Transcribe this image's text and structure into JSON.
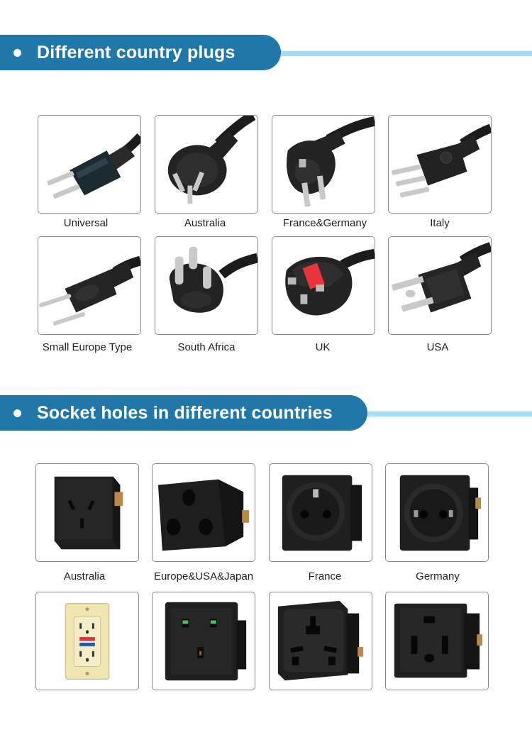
{
  "section_plugs": {
    "title": "Different country plugs",
    "items": [
      {
        "label": "Universal",
        "icon": "plug-universal-icon"
      },
      {
        "label": "Australia",
        "icon": "plug-australia-icon"
      },
      {
        "label": "France&Germany",
        "icon": "plug-france-germany-icon"
      },
      {
        "label": "Italy",
        "icon": "plug-italy-icon"
      },
      {
        "label": "Small Europe Type",
        "icon": "plug-small-europe-icon"
      },
      {
        "label": "South Africa",
        "icon": "plug-south-africa-icon"
      },
      {
        "label": "UK",
        "icon": "plug-uk-icon"
      },
      {
        "label": "USA",
        "icon": "plug-usa-icon"
      }
    ]
  },
  "section_sockets": {
    "title": "Socket holes in different countries",
    "items": [
      {
        "label": "Australia",
        "icon": "socket-australia-icon"
      },
      {
        "label": "Europe&USA&Japan",
        "icon": "socket-europe-usa-japan-icon"
      },
      {
        "label": "France",
        "icon": "socket-france-icon"
      },
      {
        "label": "Germany",
        "icon": "socket-germany-icon"
      },
      {
        "label": "",
        "icon": "socket-wall-outlet-icon"
      },
      {
        "label": "",
        "icon": "socket-uk-icon"
      },
      {
        "label": "",
        "icon": "socket-universal-icon"
      },
      {
        "label": "",
        "icon": "socket-usa-icon"
      }
    ]
  },
  "colors": {
    "banner": "#2178a8",
    "banner_line": "#a9dcf2",
    "uk_fuse": "#e8353c",
    "wall_plate": "#efe6b4"
  }
}
